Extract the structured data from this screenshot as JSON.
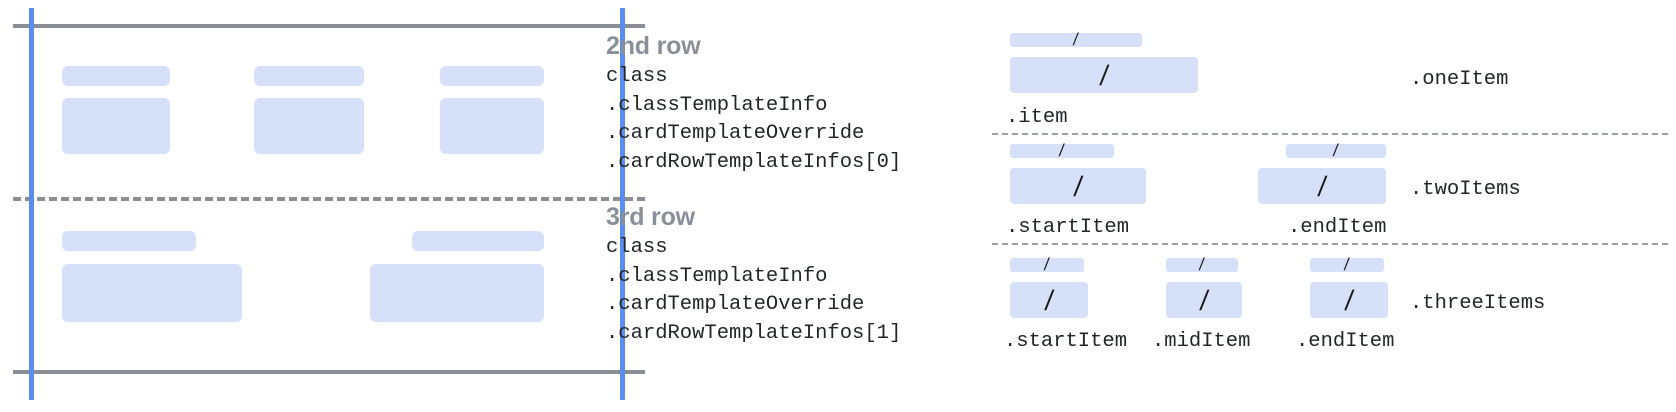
{
  "colors": {
    "placeholder_fill": "#d6e0f8",
    "guide_blue": "#5a8df0",
    "rule_gray": "#8a8f95",
    "heading_gray": "#8a9099",
    "code_text": "#232629",
    "page_bg": "#ffffff"
  },
  "card_frame": {
    "name": "card-row-template-frame",
    "rows": [
      {
        "name": "second-row-preview",
        "cells": [
          {
            "label_bar": true,
            "body_box": true
          },
          {
            "label_bar": true,
            "body_box": true
          },
          {
            "label_bar": true,
            "body_box": true
          }
        ]
      },
      {
        "name": "third-row-preview",
        "cells": [
          {
            "label_bar": true,
            "body_box": true
          },
          {
            "label_bar": true,
            "body_box": true
          }
        ]
      }
    ]
  },
  "rows": [
    {
      "title": "2nd row",
      "code": [
        "class",
        ".classTemplateInfo",
        ".cardTemplateOverride",
        ".cardRowTemplateInfos[0]"
      ]
    },
    {
      "title": "3rd row",
      "code": [
        "class",
        ".classTemplateInfo",
        ".cardTemplateOverride",
        ".cardRowTemplateInfos[1]"
      ]
    }
  ],
  "variants": [
    {
      "name": "one-item",
      "right_label": ".oneItem",
      "items": [
        {
          "label": ".item",
          "glyph": "/"
        }
      ]
    },
    {
      "name": "two-items",
      "right_label": ".twoItems",
      "items": [
        {
          "label": ".startItem",
          "glyph": "/"
        },
        {
          "label": ".endItem",
          "glyph": "/"
        }
      ]
    },
    {
      "name": "three-items",
      "right_label": ".threeItems",
      "items": [
        {
          "label": ".startItem",
          "glyph": "/"
        },
        {
          "label": ".midItem",
          "glyph": "/"
        },
        {
          "label": ".endItem",
          "glyph": "/"
        }
      ]
    }
  ]
}
